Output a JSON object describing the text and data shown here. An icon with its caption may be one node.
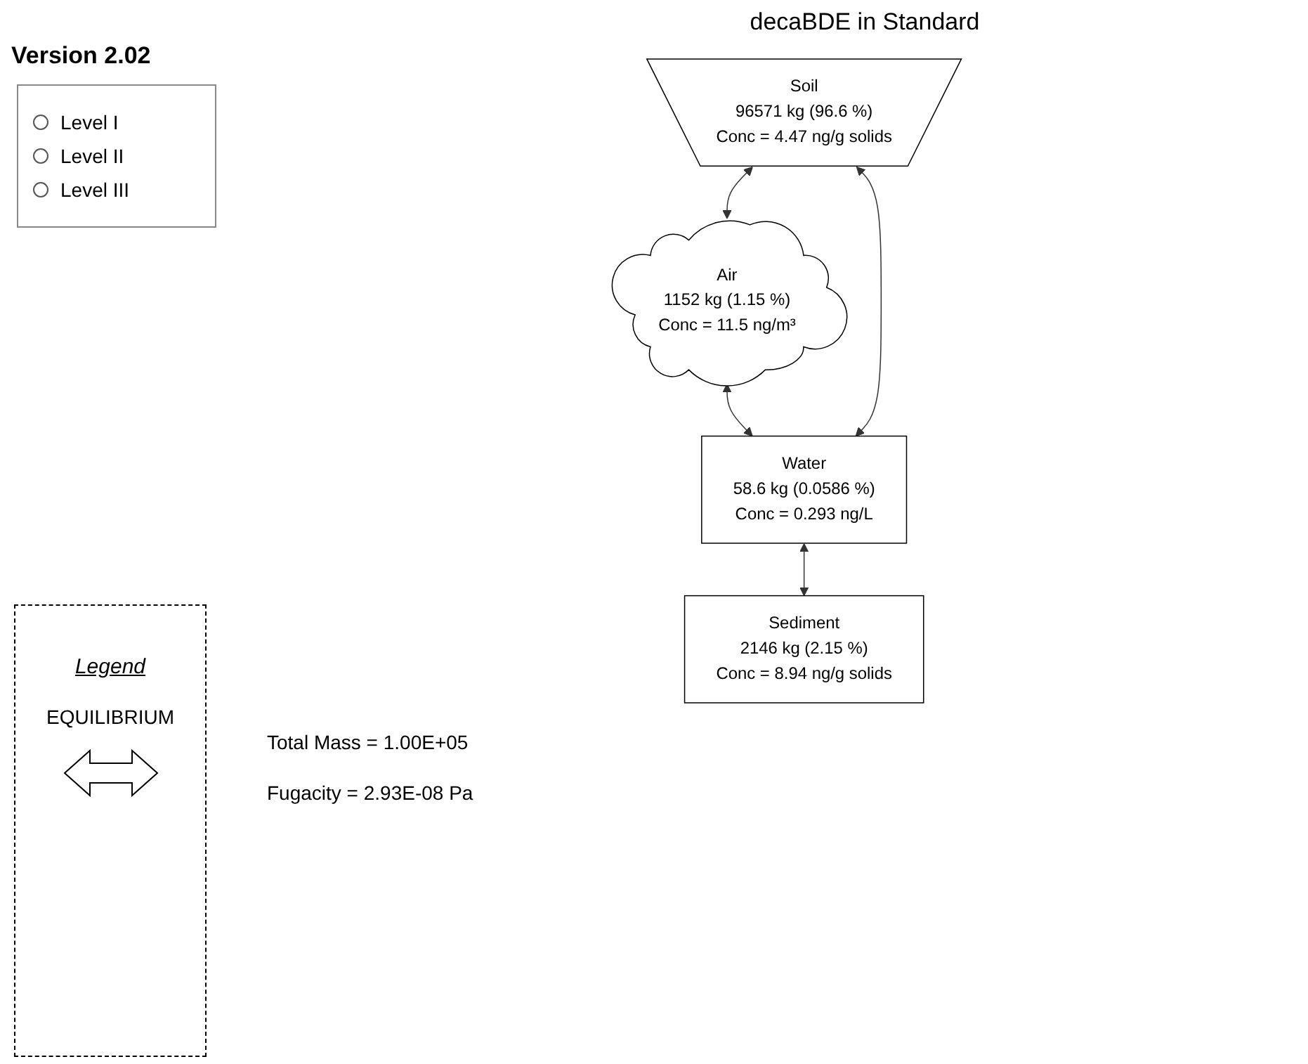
{
  "diagram": {
    "title": "decaBDE in Standard",
    "nodes": [
      {
        "text": [
          "Air",
          "1152 kg (1.15 %)",
          "Conc = 11.5 ng/m³"
        ]
      },
      {
        "text": [
          "Soil",
          "96571 kg (96.6 %)",
          "Conc = 4.47 ng/g solids"
        ]
      },
      {
        "text": [
          "Water",
          "58.6 kg (0.0586 %)",
          "Conc = 0.293 ng/L"
        ]
      },
      {
        "text": [
          "Sediment",
          "2146 kg (2.15 %)",
          "Conc = 8.94 ng/g solids"
        ]
      }
    ],
    "edges": [
      {
        "from": 1,
        "to": 0,
        "arrow": "both"
      },
      {
        "from": 0,
        "to": 2,
        "arrow": "both"
      },
      {
        "from": 1,
        "to": 2,
        "arrow": "both"
      },
      {
        "from": 2,
        "to": 3,
        "arrow": "both"
      }
    ],
    "labels": [
      "Version 2.02",
      "Level I",
      "Level II",
      "Level III",
      "Legend",
      "Total Mass = 1.00E+05",
      "Fugacity = 2.93E-08 Pa"
    ],
    "legend": [
      {
        "text": "EQUILIBRIUM"
      }
    ]
  }
}
